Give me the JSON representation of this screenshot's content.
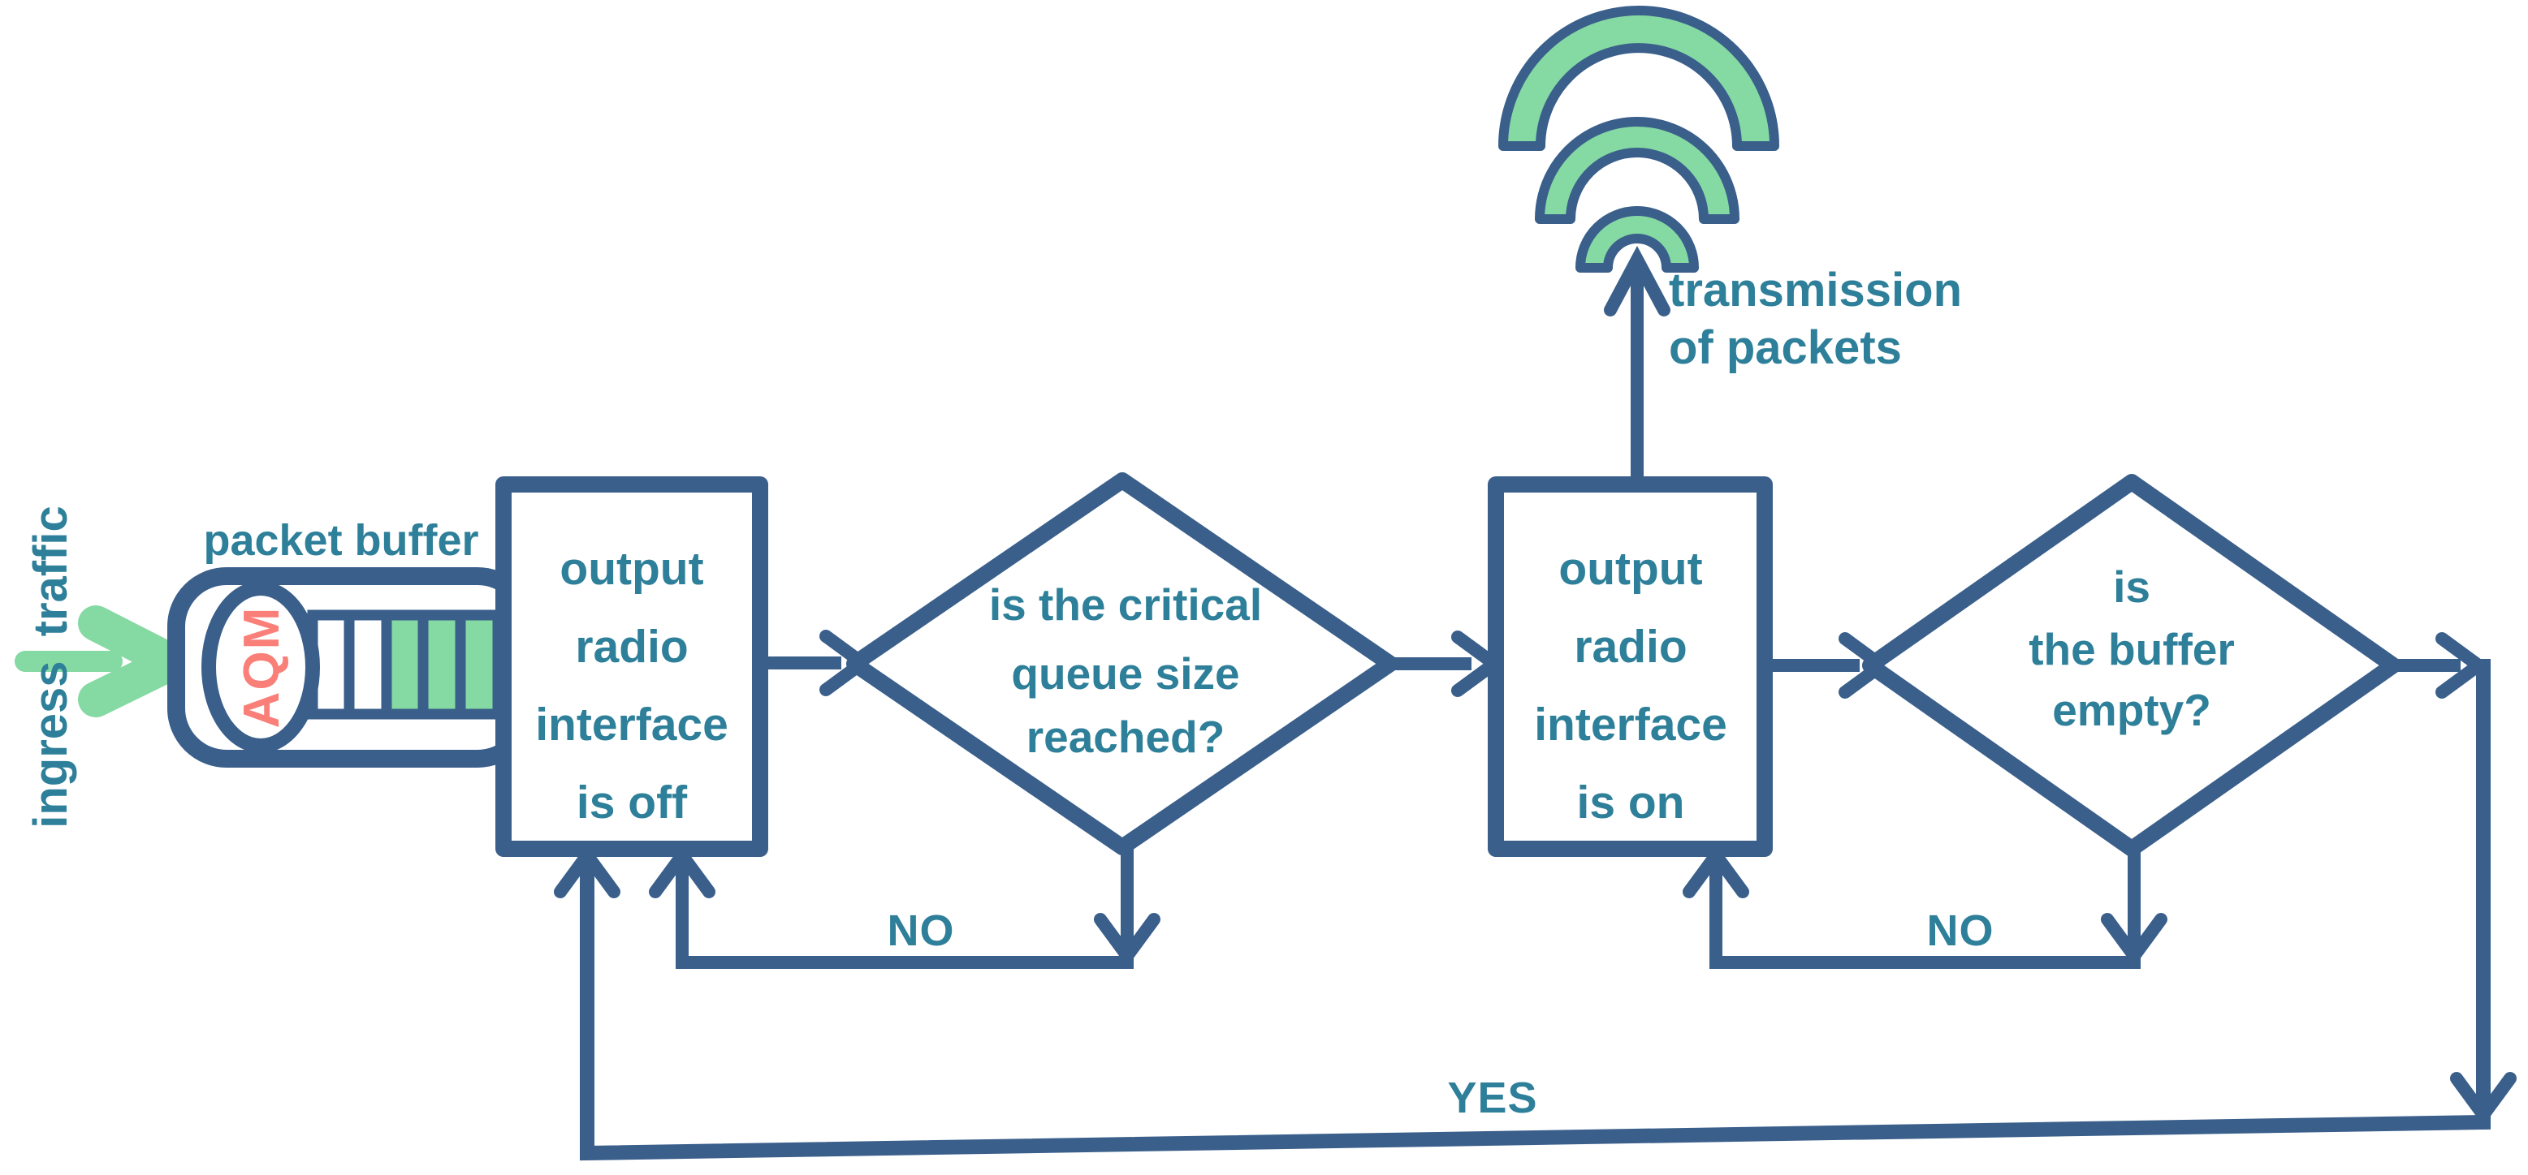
{
  "diagram": {
    "type": "flowchart",
    "colors": {
      "line_blue": "#3A5F8B",
      "text_teal": "#2E7F99",
      "accent_green": "#85D9A3",
      "aqm_coral": "#F97F78",
      "background": "#FFFFFF"
    },
    "ingress": {
      "label": "ingress traffic"
    },
    "buffer": {
      "label": "packet buffer",
      "aqm": "AQM"
    },
    "nodes": {
      "radio_off": {
        "type": "process",
        "lines": [
          "output",
          "radio",
          "interface",
          "is off"
        ]
      },
      "queue_check": {
        "type": "decision",
        "lines": [
          "is the critical",
          "queue size",
          "reached?"
        ]
      },
      "radio_on": {
        "type": "process",
        "lines": [
          "output",
          "radio",
          "interface",
          "is on"
        ]
      },
      "buffer_check": {
        "type": "decision",
        "lines": [
          "is",
          "the buffer",
          "empty?"
        ]
      }
    },
    "transmission": {
      "lines": [
        "transmission",
        "of packets"
      ]
    },
    "edge_labels": {
      "queue_no": "NO",
      "buffer_no": "NO",
      "buffer_yes": "YES"
    }
  }
}
